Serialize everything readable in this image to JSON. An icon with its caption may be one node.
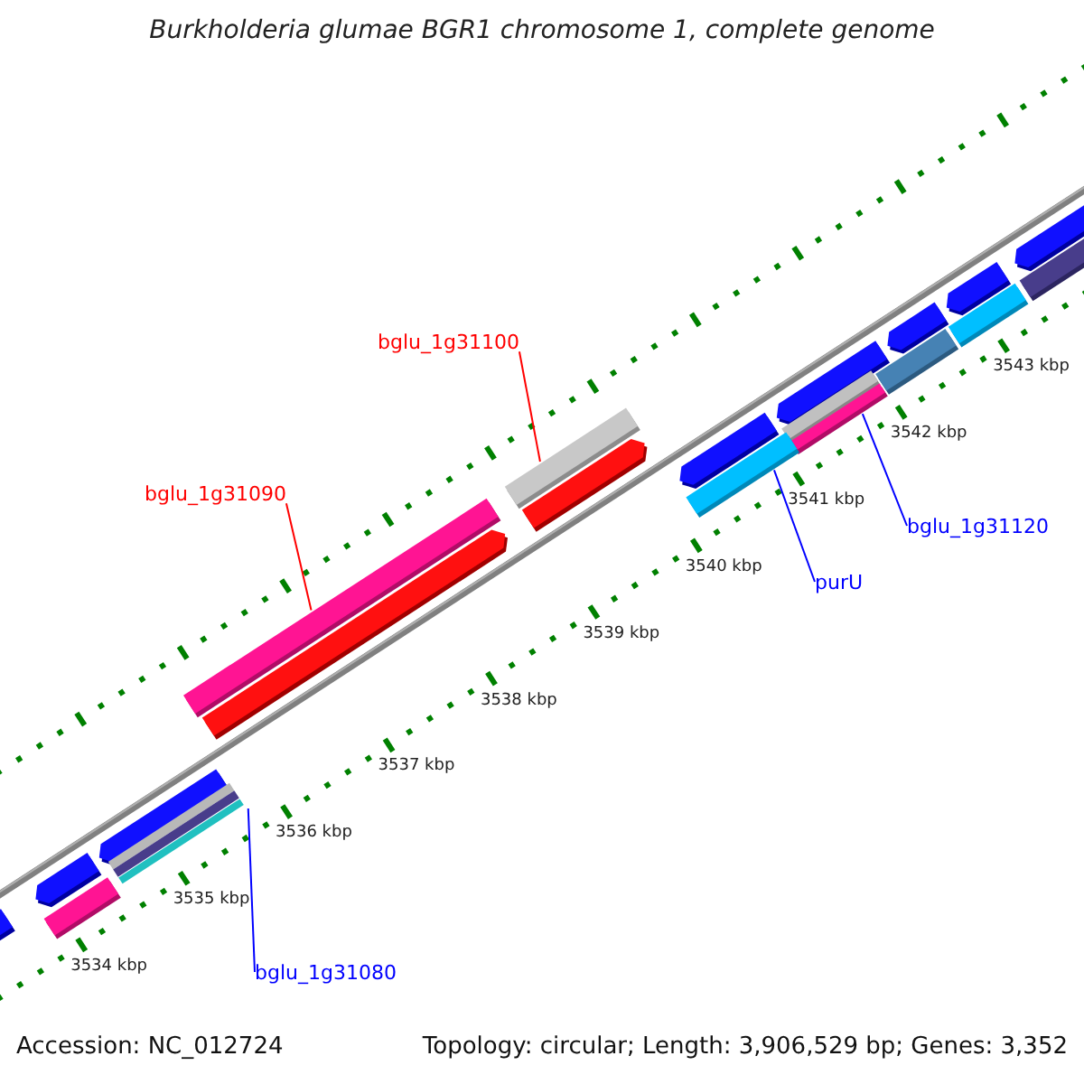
{
  "diagram": {
    "title": "Burkholderia glumae BGR1 chromosome 1, complete genome",
    "nodes": [
      {
        "text": [
          "bglu_1g31100"
        ]
      },
      {
        "text": [
          "bglu_1g31090"
        ]
      },
      {
        "text": [
          "bglu_1g31120"
        ]
      },
      {
        "text": [
          "purU"
        ]
      },
      {
        "text": [
          "bglu_1g31080"
        ]
      },
      {
        "text": [],
        "shape": "bar"
      },
      {
        "text": [],
        "shape": "bar"
      },
      {
        "text": [],
        "shape": "bar"
      },
      {
        "text": [],
        "shape": "bar"
      },
      {
        "text": [],
        "shape": "bar"
      }
    ],
    "edges": [
      {
        "from": 0,
        "to": 5,
        "arrow": "none",
        "color": "#ff0000"
      },
      {
        "from": 1,
        "to": 6,
        "arrow": "none",
        "color": "#ff0000"
      },
      {
        "from": 2,
        "to": 7,
        "arrow": "none"
      },
      {
        "from": 3,
        "to": 8,
        "arrow": "none"
      },
      {
        "from": 4,
        "to": 9,
        "arrow": "none"
      }
    ],
    "labels": [
      "3543 kbp",
      "3542 kbp",
      "3541 kbp",
      "3540 kbp",
      "3539 kbp",
      "3538 kbp",
      "3537 kbp",
      "3536 kbp",
      "3535 kbp",
      "3534 kbp",
      "Accession: NC_012724",
      "Topology: circular; Length: 3,906,529 bp; Genes: 3,352"
    ]
  }
}
